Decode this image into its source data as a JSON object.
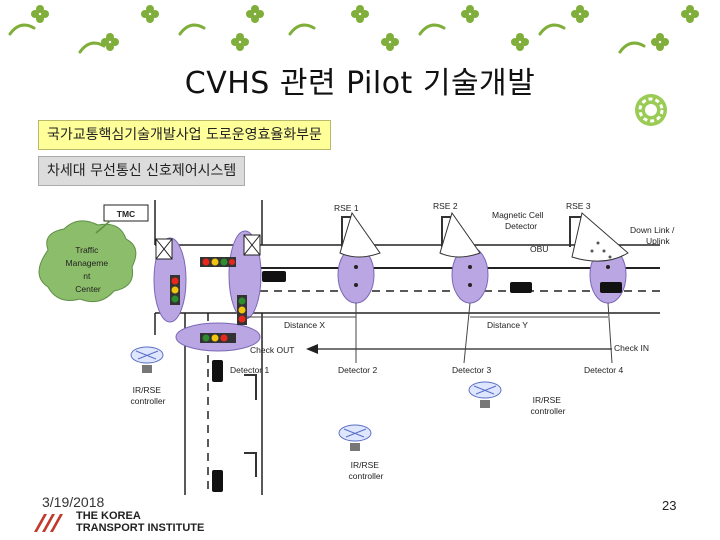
{
  "slide": {
    "title": "CVHS 관련 Pilot 기술개발",
    "subtitle1": "국가교통핵심기술개발사업 도로운영효율화부문",
    "subtitle2": "차세대 무선통신 신호제어시스템",
    "date": "3/19/2018",
    "page": "23"
  },
  "footer": {
    "line1": "THE KOREA",
    "line2": "TRANSPORT INSTITUTE"
  },
  "diagram": {
    "tmc": "TMC",
    "tmc_label": [
      "Traffic",
      "Manageme",
      "nt",
      "Center"
    ],
    "rse1": "RSE 1",
    "rse2": "RSE 2",
    "rse3": "RSE 3",
    "mag1": "Magnetic Cell",
    "mag2": "Detector",
    "obu": "OBU",
    "down1": "Down Link /",
    "down2": "Uplink",
    "distx": "Distance X",
    "disty": "Distance Y",
    "checkout": "Check OUT",
    "checkin": "Check IN",
    "det1": "Detector 1",
    "det2": "Detector 2",
    "det3": "Detector 3",
    "det4": "Detector 4",
    "irrse": "IR/RSE",
    "controller": "controller"
  },
  "colors": {
    "road": "#222222",
    "ellipse": "#b9a6e2",
    "tmc_cloud": "#8cbd6a",
    "banner": "#7fae3a"
  }
}
